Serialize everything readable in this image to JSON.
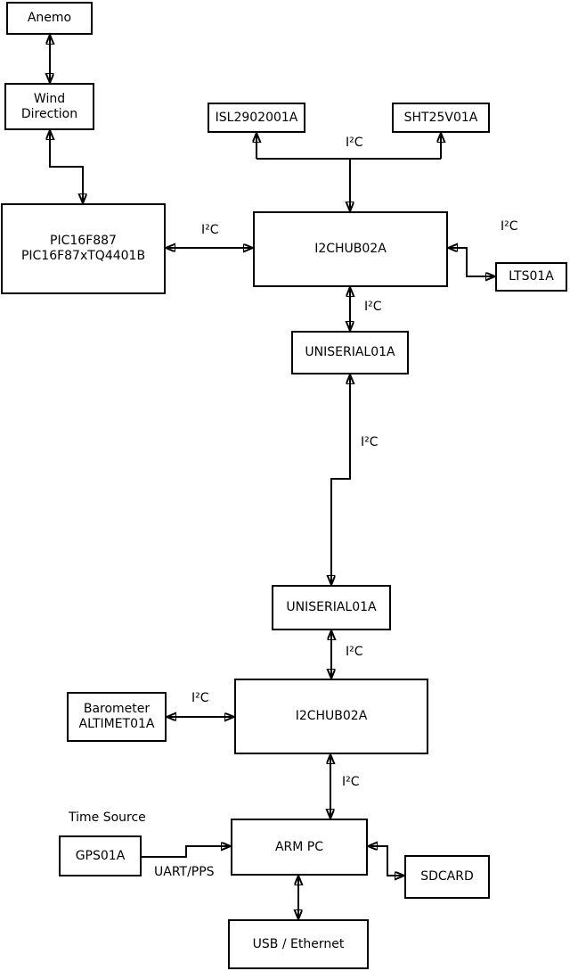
{
  "diagram": {
    "nodes": {
      "anemo": {
        "label": "Anemo"
      },
      "wind_direction": {
        "label": "Wind\nDirection"
      },
      "pic": {
        "label": "PIC16F887\nPIC16F87xTQ4401B"
      },
      "isl": {
        "label": "ISL2902001A"
      },
      "sht": {
        "label": "SHT25V01A"
      },
      "hub1": {
        "label": "I2CHUB02A"
      },
      "lts": {
        "label": "LTS01A"
      },
      "uniserial1": {
        "label": "UNISERIAL01A"
      },
      "uniserial2": {
        "label": "UNISERIAL01A"
      },
      "barometer": {
        "label": "Barometer\nALTIMET01A"
      },
      "hub2": {
        "label": "I2CHUB02A"
      },
      "gps": {
        "label": "GPS01A"
      },
      "arm_pc": {
        "label": "ARM PC"
      },
      "sdcard": {
        "label": "SDCARD"
      },
      "usb_ethernet": {
        "label": "USB / Ethernet"
      }
    },
    "edge_labels": {
      "i2c_sensors_bus": "I²C",
      "i2c_pic_hub1": "I²C",
      "i2c_hub1_lts": "I²C",
      "i2c_hub1_uniserial1": "I²C",
      "i2c_uniserial1_uniserial2": "I²C",
      "i2c_uniserial2_hub2": "I²C",
      "i2c_barometer_hub2": "I²C",
      "i2c_hub2_armpc": "I²C",
      "time_source": "Time Source",
      "uart_pps": "UART/PPS"
    },
    "colors": {
      "background": "#ffffff",
      "line": "#000000",
      "box_fill": "#ffffff",
      "text": "#000000"
    }
  }
}
